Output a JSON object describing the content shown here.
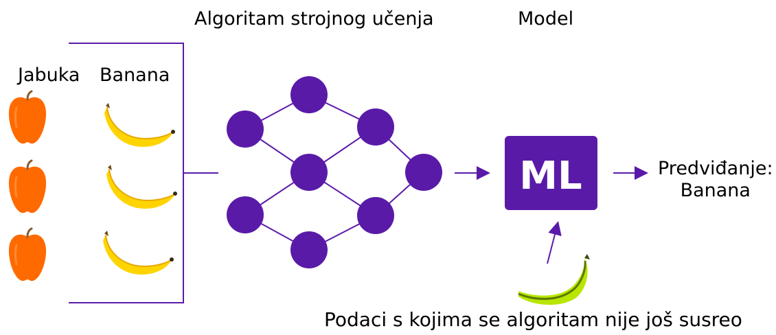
{
  "titles": {
    "algorithm": "Algoritam strojnog učenja",
    "model": "Model"
  },
  "columns": {
    "apple": "Jabuka",
    "banana": "Banana"
  },
  "model_box": {
    "label": "ML",
    "color": "#5a1aa8"
  },
  "prediction": {
    "line1": "Predviđanje:",
    "line2": "Banana"
  },
  "new_data_caption": "Podaci s kojima se algoritam nije još susreo",
  "colors": {
    "accent": "#5a1aa8",
    "apple": "#ff6a00",
    "banana": "#ffd400",
    "green_banana": "#b8e600"
  }
}
